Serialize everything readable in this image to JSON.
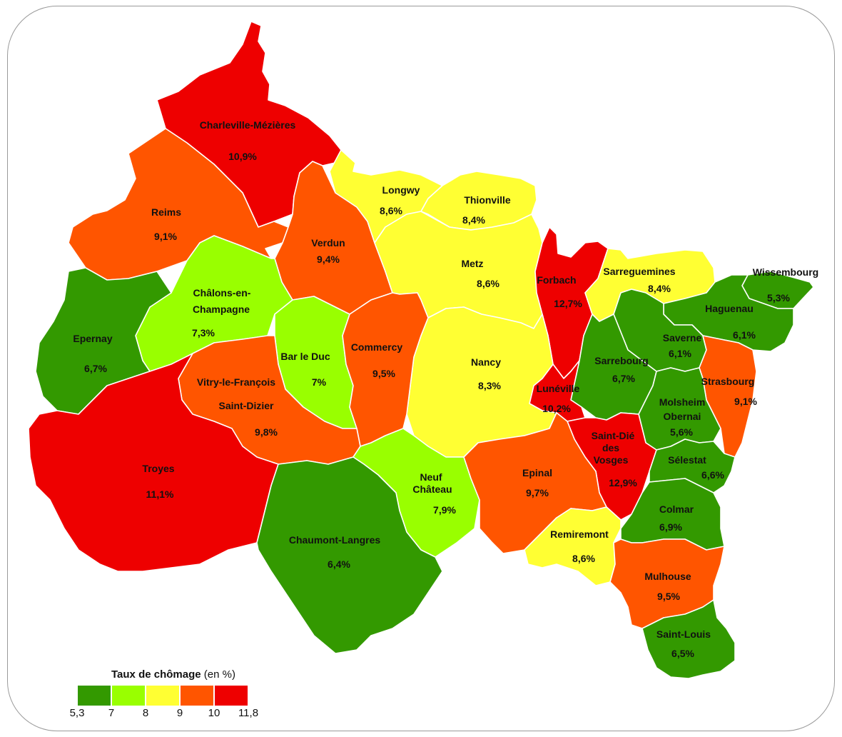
{
  "legend": {
    "title": "Taux de chômage",
    "unit": "(en %)",
    "bins": [
      {
        "from": 5.3,
        "to": 7,
        "color": "#339900"
      },
      {
        "from": 7,
        "to": 8,
        "color": "#99ff00"
      },
      {
        "from": 8,
        "to": 9,
        "color": "#ffff33"
      },
      {
        "from": 9,
        "to": 10,
        "color": "#ff5500"
      },
      {
        "from": 10,
        "to": 11.8,
        "color": "#ee0000"
      }
    ],
    "ticks": [
      "5,3",
      "7",
      "8",
      "9",
      "10",
      "11,8"
    ]
  },
  "zones": [
    {
      "id": "charleville-mezieres",
      "name": "Charleville-Mézières",
      "rate": "10,9%",
      "value": 10.9
    },
    {
      "id": "reims",
      "name": "Reims",
      "rate": "9,1%",
      "value": 9.1
    },
    {
      "id": "verdun",
      "name": "Verdun",
      "rate": "9,4%",
      "value": 9.4
    },
    {
      "id": "longwy",
      "name": "Longwy",
      "rate": "8,6%",
      "value": 8.6
    },
    {
      "id": "thionville",
      "name": "Thionville",
      "rate": "8,4%",
      "value": 8.4
    },
    {
      "id": "metz",
      "name": "Metz",
      "rate": "8,6%",
      "value": 8.6
    },
    {
      "id": "forbach",
      "name": "Forbach",
      "rate": "12,7%",
      "value": 12.7
    },
    {
      "id": "sarreguemines",
      "name": "Sarreguemines",
      "rate": "8,4%",
      "value": 8.4
    },
    {
      "id": "wissembourg",
      "name": "Wissembourg",
      "rate": "5,3%",
      "value": 5.3
    },
    {
      "id": "haguenau",
      "name": "Haguenau",
      "rate": "6,1%",
      "value": 6.1
    },
    {
      "id": "saverne",
      "name": "Saverne",
      "rate": "6,1%",
      "value": 6.1
    },
    {
      "id": "strasbourg",
      "name": "Strasbourg",
      "rate": "9,1%",
      "value": 9.1
    },
    {
      "id": "sarrebourg",
      "name": "Sarrebourg",
      "rate": "6,7%",
      "value": 6.7
    },
    {
      "id": "molsheim-obernai",
      "name": "Molsheim Obernai",
      "rate": "5,6%",
      "value": 5.6
    },
    {
      "id": "luneville",
      "name": "Lunéville",
      "rate": "10,2%",
      "value": 10.2
    },
    {
      "id": "nancy",
      "name": "Nancy",
      "rate": "8,3%",
      "value": 8.3
    },
    {
      "id": "chalons",
      "name": "Châlons-en-Champagne",
      "rate": "7,3%",
      "value": 7.3
    },
    {
      "id": "epernay",
      "name": "Epernay",
      "rate": "6,7%",
      "value": 6.7
    },
    {
      "id": "bar-le-duc",
      "name": "Bar le Duc",
      "rate": "7%",
      "value": 7.0
    },
    {
      "id": "commercy",
      "name": "Commercy",
      "rate": "9,5%",
      "value": 9.5
    },
    {
      "id": "vitry-saint-dizier",
      "name": "Vitry-le-François Saint-Dizier",
      "rate": "9,8%",
      "value": 9.8
    },
    {
      "id": "saint-die",
      "name": "Saint-Dié des Vosges",
      "rate": "12,9%",
      "value": 12.9
    },
    {
      "id": "selestat",
      "name": "Sélestat",
      "rate": "6,6%",
      "value": 6.6
    },
    {
      "id": "troyes",
      "name": "Troyes",
      "rate": "11,1%",
      "value": 11.1
    },
    {
      "id": "neufchateau",
      "name": "Neuf Château",
      "rate": "7,9%",
      "value": 7.9
    },
    {
      "id": "epinal",
      "name": "Epinal",
      "rate": "9,7%",
      "value": 9.7
    },
    {
      "id": "colmar",
      "name": "Colmar",
      "rate": "6,9%",
      "value": 6.9
    },
    {
      "id": "chaumont-langres",
      "name": "Chaumont-Langres",
      "rate": "6,4%",
      "value": 6.4
    },
    {
      "id": "remiremont",
      "name": "Remiremont",
      "rate": "8,6%",
      "value": 8.6
    },
    {
      "id": "mulhouse",
      "name": "Mulhouse",
      "rate": "9,5%",
      "value": 9.5
    },
    {
      "id": "saint-louis",
      "name": "Saint-Louis",
      "rate": "6,5%",
      "value": 6.5
    }
  ]
}
